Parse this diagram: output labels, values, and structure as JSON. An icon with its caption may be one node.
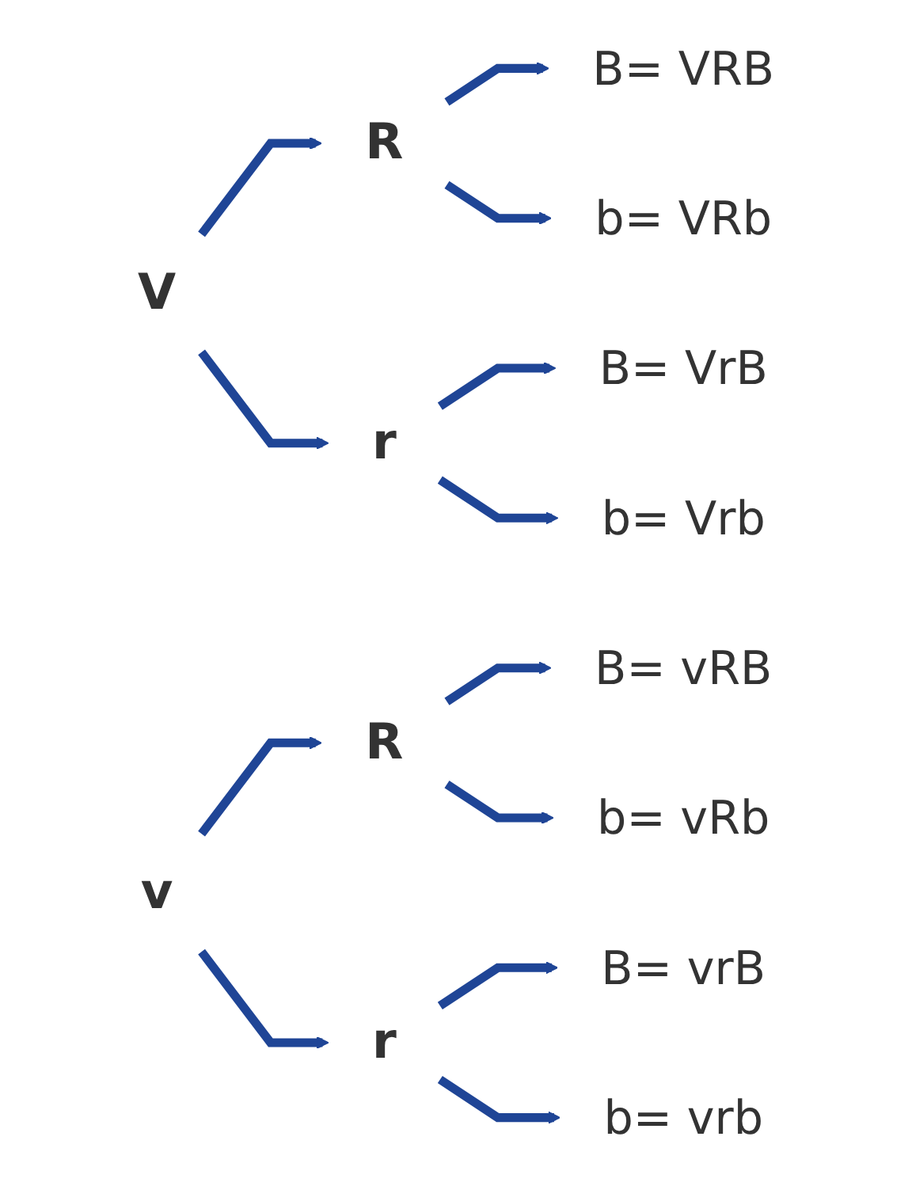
{
  "diagram": {
    "nodes": [
      {
        "text": [
          "V"
        ]
      },
      {
        "text": [
          "R"
        ]
      },
      {
        "text": [
          "r"
        ]
      },
      {
        "text": [
          "B= VRB"
        ]
      },
      {
        "text": [
          "b= VRb"
        ]
      },
      {
        "text": [
          "B= VrB"
        ]
      },
      {
        "text": [
          "b= Vrb"
        ]
      },
      {
        "text": [
          "v"
        ]
      },
      {
        "text": [
          "R"
        ]
      },
      {
        "text": [
          "r"
        ]
      },
      {
        "text": [
          "B= vRB"
        ]
      },
      {
        "text": [
          "b= vRb"
        ]
      },
      {
        "text": [
          "B= vrB"
        ]
      },
      {
        "text": [
          "b= vrb"
        ]
      }
    ],
    "edges": [
      {
        "from": 0,
        "to": 1,
        "arrow": "to"
      },
      {
        "from": 0,
        "to": 2,
        "arrow": "to"
      },
      {
        "from": 1,
        "to": 3,
        "arrow": "to"
      },
      {
        "from": 1,
        "to": 4,
        "arrow": "to"
      },
      {
        "from": 2,
        "to": 5,
        "arrow": "to"
      },
      {
        "from": 2,
        "to": 6,
        "arrow": "to"
      },
      {
        "from": 7,
        "to": 8,
        "arrow": "to"
      },
      {
        "from": 7,
        "to": 9,
        "arrow": "to"
      },
      {
        "from": 8,
        "to": 10,
        "arrow": "to"
      },
      {
        "from": 8,
        "to": 11,
        "arrow": "to"
      },
      {
        "from": 9,
        "to": 12,
        "arrow": "to"
      },
      {
        "from": 9,
        "to": 13,
        "arrow": "to"
      }
    ]
  }
}
